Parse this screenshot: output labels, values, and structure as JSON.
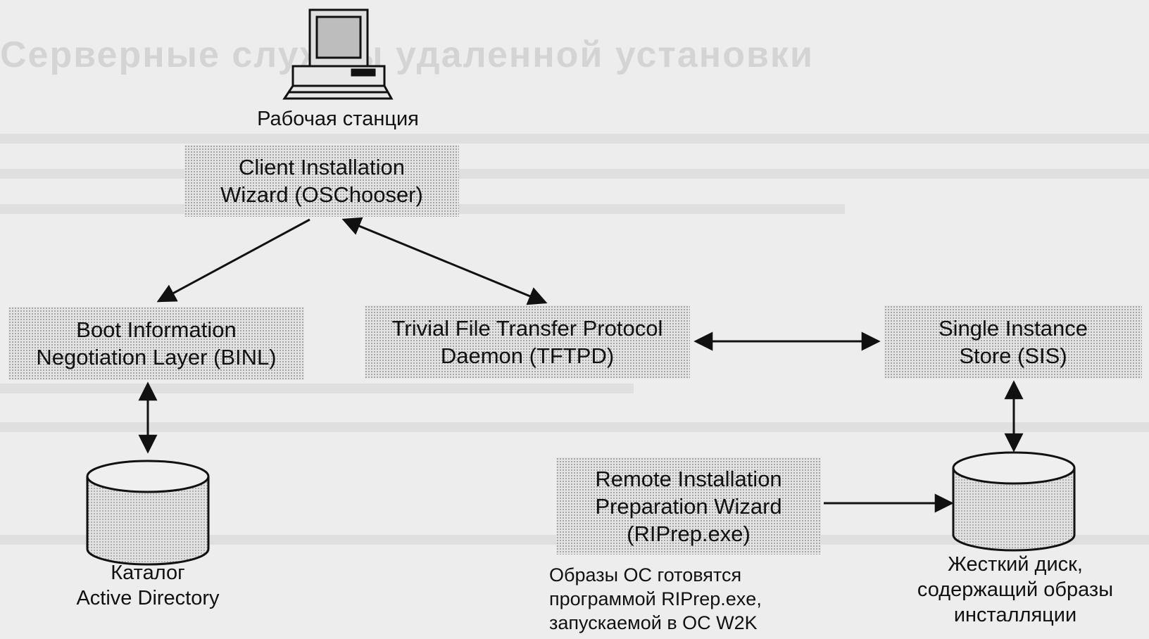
{
  "background_title": "Серверные службы удаленной установки",
  "workstation": {
    "label": "Рабочая станция"
  },
  "client_wizard": {
    "line1": "Client Installation",
    "line2": "Wizard (OSChooser)"
  },
  "binl": {
    "line1": "Boot Information",
    "line2": "Negotiation Layer (BINL)"
  },
  "tftpd": {
    "line1": "Trivial File Transfer Protocol",
    "line2": "Daemon (TFTPD)"
  },
  "sis": {
    "line1": "Single Instance",
    "line2": "Store (SIS)"
  },
  "riprep": {
    "line1": "Remote Installation",
    "line2": "Preparation Wizard",
    "line3": "(RIPrep.exe)"
  },
  "directory": {
    "line1": "Каталог",
    "line2": "Active Directory"
  },
  "riprep_note": {
    "line1": "Образы ОС готовятся",
    "line2": "программой RIPrep.exe,",
    "line3": "запускаемой в ОС W2K"
  },
  "disk": {
    "line1": "Жесткий диск,",
    "line2": "содержащий образы",
    "line3": "инсталляции"
  },
  "icons": [
    "computer-icon",
    "database-cylinder-icon",
    "disk-cylinder-icon"
  ]
}
